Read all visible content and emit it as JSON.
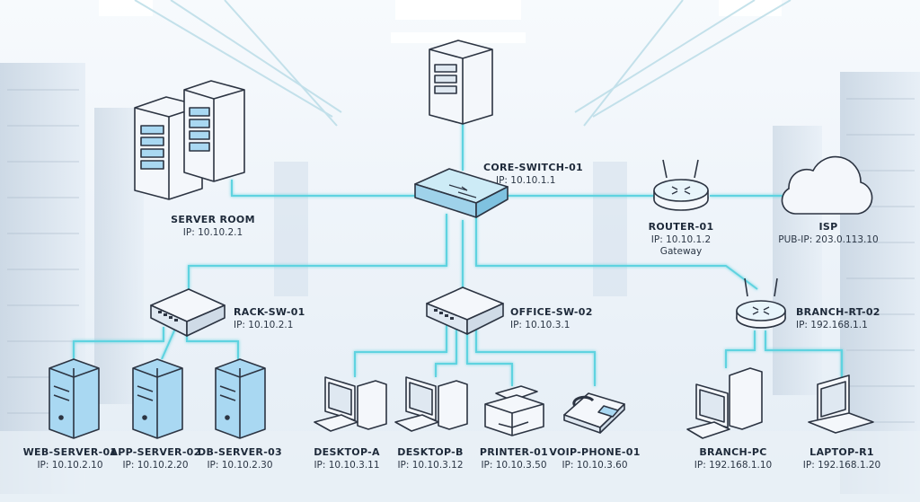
{
  "nodes": {
    "core_switch": {
      "name": "CORE-SWITCH-01",
      "ip": "IP: 10.10.1.1"
    },
    "server_room": {
      "name": "SERVER ROOM",
      "ip": "IP: 10.10.2.1"
    },
    "router": {
      "name": "ROUTER-01",
      "ip": "IP: 10.10.1.2",
      "note": "Gateway"
    },
    "isp": {
      "name": "ISP",
      "ip": "PUB-IP: 203.0.113.10"
    },
    "rack_sw": {
      "name": "RACK-SW-01",
      "ip": "IP: 10.10.2.1"
    },
    "office_sw": {
      "name": "OFFICE-SW-02",
      "ip": "IP: 10.10.3.1"
    },
    "branch_rt": {
      "name": "BRANCH-RT-02",
      "ip": "IP: 192.168.1.1"
    },
    "web_server": {
      "name": "WEB-SERVER-01",
      "ip": "IP: 10.10.2.10"
    },
    "app_server": {
      "name": "APP-SERVER-02",
      "ip": "IP: 10.10.2.20"
    },
    "db_server": {
      "name": "DB-SERVER-03",
      "ip": "IP: 10.10.2.30"
    },
    "desktop_a": {
      "name": "DESKTOP-A",
      "ip": "IP: 10.10.3.11"
    },
    "desktop_b": {
      "name": "DESKTOP-B",
      "ip": "IP: 10.10.3.12"
    },
    "printer": {
      "name": "PRINTER-01",
      "ip": "IP: 10.10.3.50"
    },
    "voip": {
      "name": "VOIP-PHONE-01",
      "ip": "IP: 10.10.3.60"
    },
    "branch_pc": {
      "name": "BRANCH-PC",
      "ip": "IP: 192.168.1.10"
    },
    "laptop": {
      "name": "LAPTOP-R1",
      "ip": "IP: 192.168.1.20"
    }
  },
  "colors": {
    "link": "#5fd3e0",
    "device_fill": "#f4f7fb",
    "device_stroke": "#2c3442",
    "server_blue": "#a9d8f2",
    "background": "#eef4f9"
  }
}
